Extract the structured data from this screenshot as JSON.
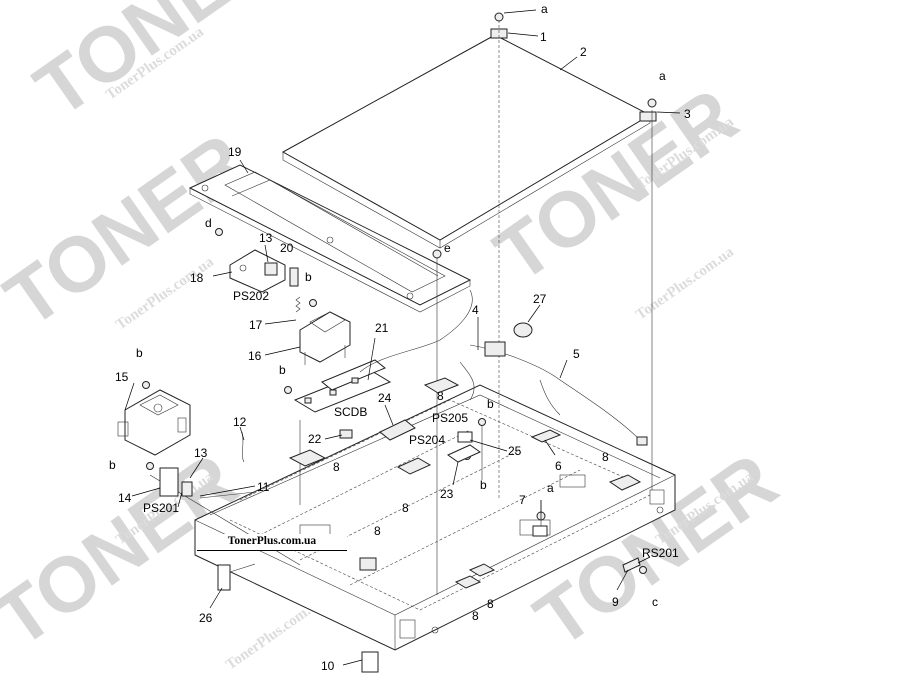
{
  "watermark": {
    "brand": "TONER",
    "site_small": "TonerPlus.com.ua",
    "site_caption": "TonerPlus.com.ua"
  },
  "callouts": {
    "n1": "1",
    "n2": "2",
    "n3": "3",
    "n4": "4",
    "n5": "5",
    "n6": "6",
    "n7": "7",
    "n8": "8",
    "n9": "9",
    "n10": "10",
    "n11": "11",
    "n12": "12",
    "n13": "13",
    "n14": "14",
    "n15": "15",
    "n16": "16",
    "n17": "17",
    "n18": "18",
    "n19": "19",
    "n20": "20",
    "n21": "21",
    "n22": "22",
    "n23": "23",
    "n24": "24",
    "n25": "25",
    "n26": "26",
    "n27": "27",
    "a": "a",
    "b": "b",
    "c": "c",
    "d": "d",
    "e": "e",
    "ps201": "PS201",
    "ps202": "PS202",
    "ps204": "PS204",
    "ps205": "PS205",
    "rs201": "RS201",
    "scdb": "SCDB"
  },
  "colors": {
    "line": "#222222",
    "watermark": "#d6d6d6"
  }
}
